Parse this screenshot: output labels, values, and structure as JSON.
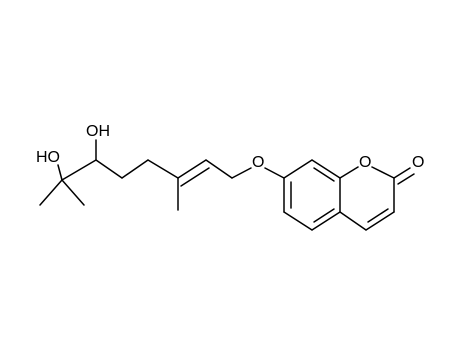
{
  "molecule": {
    "atom_labels": {
      "hydroxyl_upper": "OH",
      "hydroxyl_lower": "HO",
      "ether_oxygen": "O",
      "ring_oxygen": "O",
      "carbonyl_oxygen": "O"
    },
    "colors": {
      "bond": "#000000",
      "label": "#000000",
      "background": "#ffffff"
    }
  }
}
